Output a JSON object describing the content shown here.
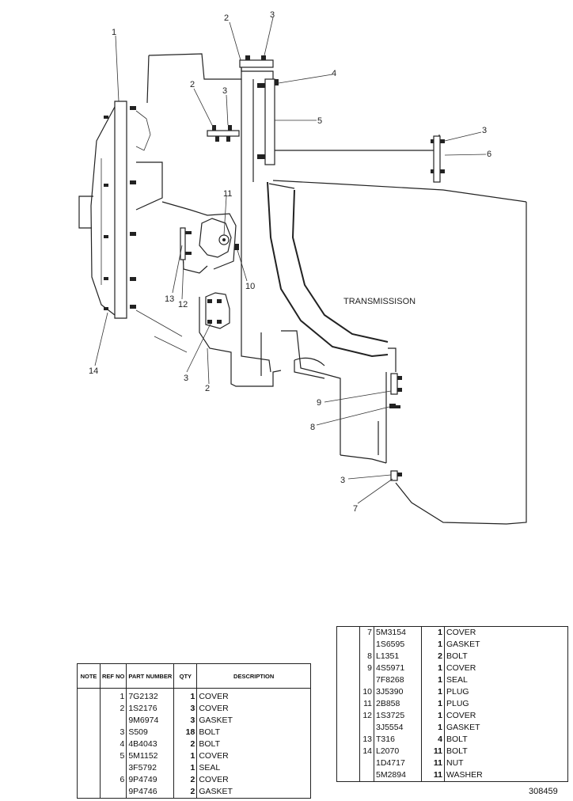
{
  "drawing": {
    "label": "TRANSMISSISON",
    "callouts": [
      "1",
      "2",
      "3",
      "2",
      "3",
      "4",
      "5",
      "3",
      "6",
      "11",
      "13",
      "12",
      "10",
      "14",
      "3",
      "2",
      "9",
      "8",
      "3",
      "7"
    ]
  },
  "table_left": {
    "headers": {
      "note": "NOTE",
      "ref": "REF NO",
      "part": "PART NUMBER",
      "qty": "QTY",
      "desc": "DESCRIPTION"
    },
    "rows": [
      {
        "note": "",
        "ref": "1",
        "part": "7G2132",
        "qty": "1",
        "desc": "COVER"
      },
      {
        "note": "",
        "ref": "2",
        "part": "1S2176",
        "qty": "3",
        "desc": "COVER"
      },
      {
        "note": "",
        "ref": "",
        "part": "9M6974",
        "qty": "3",
        "desc": "GASKET"
      },
      {
        "note": "",
        "ref": "3",
        "part": "S509",
        "qty": "18",
        "desc": "BOLT"
      },
      {
        "note": "",
        "ref": "4",
        "part": "4B4043",
        "qty": "2",
        "desc": "BOLT"
      },
      {
        "note": "",
        "ref": "5",
        "part": "5M1152",
        "qty": "1",
        "desc": "COVER"
      },
      {
        "note": "",
        "ref": "",
        "part": "3F5792",
        "qty": "1",
        "desc": "SEAL"
      },
      {
        "note": "",
        "ref": "6",
        "part": "9P4749",
        "qty": "2",
        "desc": "COVER"
      },
      {
        "note": "",
        "ref": "",
        "part": "9P4746",
        "qty": "2",
        "desc": "GASKET"
      }
    ]
  },
  "table_right": {
    "rows": [
      {
        "ref": "7",
        "part": "5M3154",
        "qty": "1",
        "desc": "COVER"
      },
      {
        "ref": "",
        "part": "1S6595",
        "qty": "1",
        "desc": "GASKET"
      },
      {
        "ref": "8",
        "part": "L1351",
        "qty": "2",
        "desc": "BOLT"
      },
      {
        "ref": "9",
        "part": "4S5971",
        "qty": "1",
        "desc": "COVER"
      },
      {
        "ref": "",
        "part": "7F8268",
        "qty": "1",
        "desc": "SEAL"
      },
      {
        "ref": "10",
        "part": "3J5390",
        "qty": "1",
        "desc": "PLUG"
      },
      {
        "ref": "11",
        "part": "2B858",
        "qty": "1",
        "desc": "PLUG"
      },
      {
        "ref": "12",
        "part": "1S3725",
        "qty": "1",
        "desc": "COVER"
      },
      {
        "ref": "",
        "part": "3J5554",
        "qty": "1",
        "desc": "GASKET"
      },
      {
        "ref": "13",
        "part": "T316",
        "qty": "4",
        "desc": "BOLT"
      },
      {
        "ref": "14",
        "part": "L2070",
        "qty": "11",
        "desc": "BOLT"
      },
      {
        "ref": "",
        "part": "1D4717",
        "qty": "11",
        "desc": "NUT"
      },
      {
        "ref": "",
        "part": "5M2894",
        "qty": "11",
        "desc": "WASHER"
      }
    ]
  },
  "doc_number": "308459"
}
